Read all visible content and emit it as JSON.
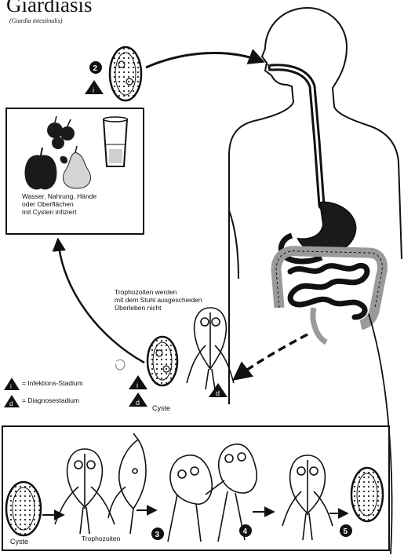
{
  "title": "Giardiasis",
  "subtitle": "(Giardia intestinalis)",
  "sources_caption": "Wasser, Nahrung, Hände\noder Oberflächen\nmit Cysten infiziert",
  "excreted_caption": "Trophozoiten werden\nmit dem Stuhl ausgeschieden\nÜberleben nicht",
  "legend": {
    "infective": "= Infektions-Stadium",
    "diagnostic": "= Diagnosestadium"
  },
  "labels": {
    "cyst_top": "Cyste",
    "cyst_bottom": "Cyste",
    "trophozoite_bottom": "Trophozoiten"
  },
  "step_numbers": [
    "2",
    "3",
    "4",
    "5"
  ],
  "marker_letters": {
    "infective": "i",
    "diagnostic": "d"
  },
  "colors": {
    "ink": "#111111",
    "paper": "#ffffff",
    "gray": "#9a9a9a"
  }
}
